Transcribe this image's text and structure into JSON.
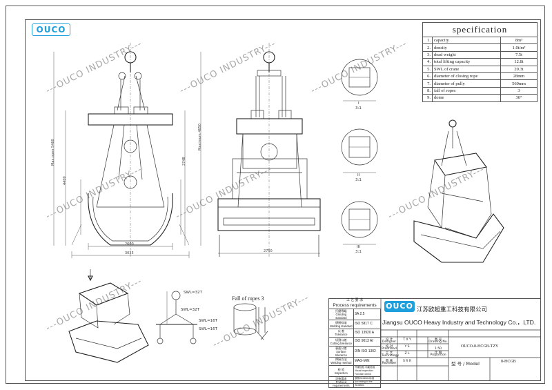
{
  "brand": {
    "logo_text": "OUCO",
    "accent_color": "#1ea0dc"
  },
  "watermarks": [
    "---OUCO INDUSTRY---",
    "---OUCO INDUSTRY---",
    "---OUCO INDUSTRY---",
    "---OUCO INDUSTRY---",
    "---OUCO INDUSTRY---",
    "---OUCO INDUSTRY---",
    "---OUCO INDUSTRY---",
    "---OUCO INDUSTRY---"
  ],
  "specification": {
    "title": "specification",
    "rows": [
      {
        "n": "1.",
        "label": "capacity",
        "value": "8m³"
      },
      {
        "n": "2.",
        "label": "density",
        "value": "1.0t/m³"
      },
      {
        "n": "3.",
        "label": "dead weight",
        "value": "7.5t"
      },
      {
        "n": "4.",
        "label": "total lifting capacity",
        "value": "12.8t"
      },
      {
        "n": "5.",
        "label": "SWL of crane",
        "value": "20.3t"
      },
      {
        "n": "6.",
        "label": "diameter of closing rope",
        "value": "28mm"
      },
      {
        "n": "7.",
        "label": "diameter of pully",
        "value": "560mm"
      },
      {
        "n": "8.",
        "label": "fall of ropes",
        "value": "3"
      },
      {
        "n": "9.",
        "label": "dome",
        "value": "30°"
      }
    ]
  },
  "views": {
    "front_dims": {
      "height_left": "Max.open 5460",
      "height_right": "Maximum 4650",
      "height_mid": "4400",
      "height_mid2": "2748",
      "width_inner": "2600",
      "width_outer": "3025"
    },
    "side_dims": {
      "width": "2750"
    },
    "detail_labels": [
      "I",
      "3:1",
      "II",
      "3:1",
      "III",
      "3:1"
    ],
    "sling_labels": [
      "SWL=32T",
      "SWL=32T",
      "SWL=16T",
      "SWL=16T"
    ],
    "fall_of_ropes": "Fall of ropes 3"
  },
  "title_block": {
    "requirements_title_cn": "工 艺 要 求",
    "requirements_title": "Process requirements",
    "requirements": [
      {
        "cn": "打磨等级",
        "en": "Grinding standard",
        "value": "SA  2.5"
      },
      {
        "cn": "焊接标准",
        "en": "Welding standard",
        "value": "ISO  5817  C"
      },
      {
        "cn": "公 差",
        "en": "Tolerance",
        "value": "ISO  13920  A"
      },
      {
        "cn": "切割公差",
        "en": "Cutting tolerance",
        "value": "ISO  9013  AI"
      },
      {
        "cn": "表面公差",
        "en": "Surface tolerance",
        "value": "DIN  ISO  1302"
      },
      {
        "cn": "焊接方法",
        "en": "Welding method",
        "value": "MAG-M/E"
      },
      {
        "cn": "检 验",
        "en": "Inspection",
        "value": ""
      },
      {
        "cn": "涂装要求",
        "en": "Prefixed requirements",
        "value": ""
      }
    ],
    "inspection_items": [
      "外观检验 功能检验",
      "Visual inspection  Function check"
    ],
    "paint_value": [
      "按照ISO8501标准",
      "According to the ISO8501"
    ],
    "company_cn": "江苏欧超重工科技有限公司",
    "company_en": "Jiangsu OUCO Heavy Industry and Technology Co.，LTD.",
    "roles": [
      {
        "cn": "设 计",
        "en": "Designer",
        "sig": "T X Y"
      },
      {
        "cn": "校 对",
        "en": "Proofread",
        "sig": "Y S"
      },
      {
        "cn": "工 艺",
        "en": "Technology",
        "sig": "Z L"
      },
      {
        "cn": "审 核",
        "en": "Reviewer",
        "sig": "S R R"
      }
    ],
    "drawing_cn": "图 号",
    "drawing_en": "Drawing No.",
    "scale_label": "1:50",
    "proportion_cn": "比 例",
    "proportion_en": "Proportion",
    "drawing_no": "OUCO-8-HCGB-TZY",
    "model_label": "型 号 / Model",
    "model_value": "8-HCGB"
  }
}
